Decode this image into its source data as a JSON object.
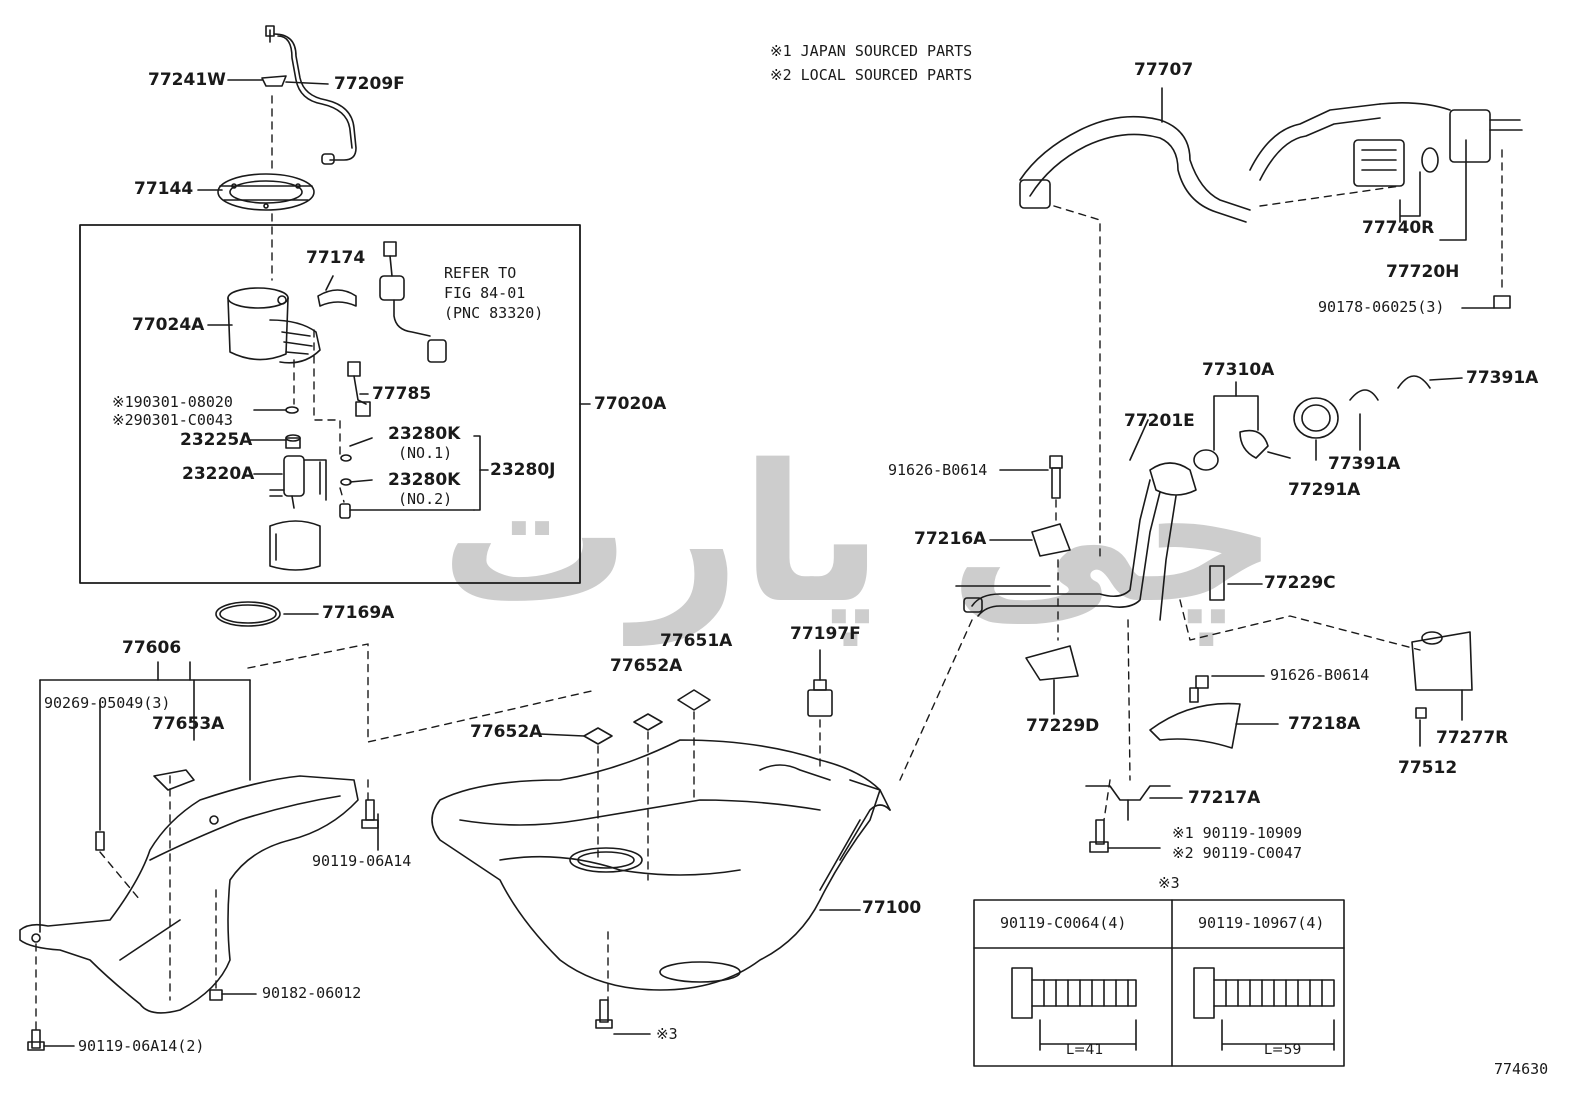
{
  "legend": {
    "note1": "※1 JAPAN SOURCED PARTS",
    "note2": "※2 LOCAL SOURCED PARTS"
  },
  "watermark": "چی پارت",
  "fig_ref": {
    "line1": "REFER TO",
    "line2": "FIG 84-01",
    "line3": "(PNC 83320)"
  },
  "parts": {
    "p77241W": "77241W",
    "p77209F": "77209F",
    "p77144": "77144",
    "p77174": "77174",
    "p77024A": "77024A",
    "p77785": "77785",
    "p77020A": "77020A",
    "p190301": "※190301-08020",
    "p290301": "※290301-C0043",
    "p23225A": "23225A",
    "p23220A": "23220A",
    "p23280K_1": "23280K",
    "no1": "(NO.1)",
    "p23280K_2": "23280K",
    "no2": "(NO.2)",
    "p23280J": "23280J",
    "p77169A": "77169A",
    "p77606": "77606",
    "p90269": "90269-05049(3)",
    "p77653A": "77653A",
    "p90119_06A14": "90119-06A14",
    "p90182": "90182-06012",
    "p90119_06A14_2": "90119-06A14(2)",
    "p77651A": "77651A",
    "p77652A_top": "77652A",
    "p77652A_left": "77652A",
    "p77197F": "77197F",
    "p77100": "77100",
    "p_x3": "※3",
    "p77707": "77707",
    "p77740R": "77740R",
    "p77720H": "77720H",
    "p90178": "90178-06025(3)",
    "p77310A": "77310A",
    "p77391A_1": "77391A",
    "p77391A_2": "77391A",
    "p77291A": "77291A",
    "p77201E": "77201E",
    "p91626_1": "91626-B0614",
    "p77216A": "77216A",
    "p77229C": "77229C",
    "p77229D": "77229D",
    "p91626_2": "91626-B0614",
    "p77218A": "77218A",
    "p77277R": "77277R",
    "p77512": "77512",
    "p77217A": "77217A",
    "p90119_10909": "※1 90119-10909",
    "p90119_C0047": "※2 90119-C0047"
  },
  "bolt_table": {
    "title": "※3",
    "col1_header": "90119-C0064(4)",
    "col2_header": "90119-10967(4)",
    "col1_length": "L=41",
    "col2_length": "L=59"
  },
  "figure_number": "774630"
}
